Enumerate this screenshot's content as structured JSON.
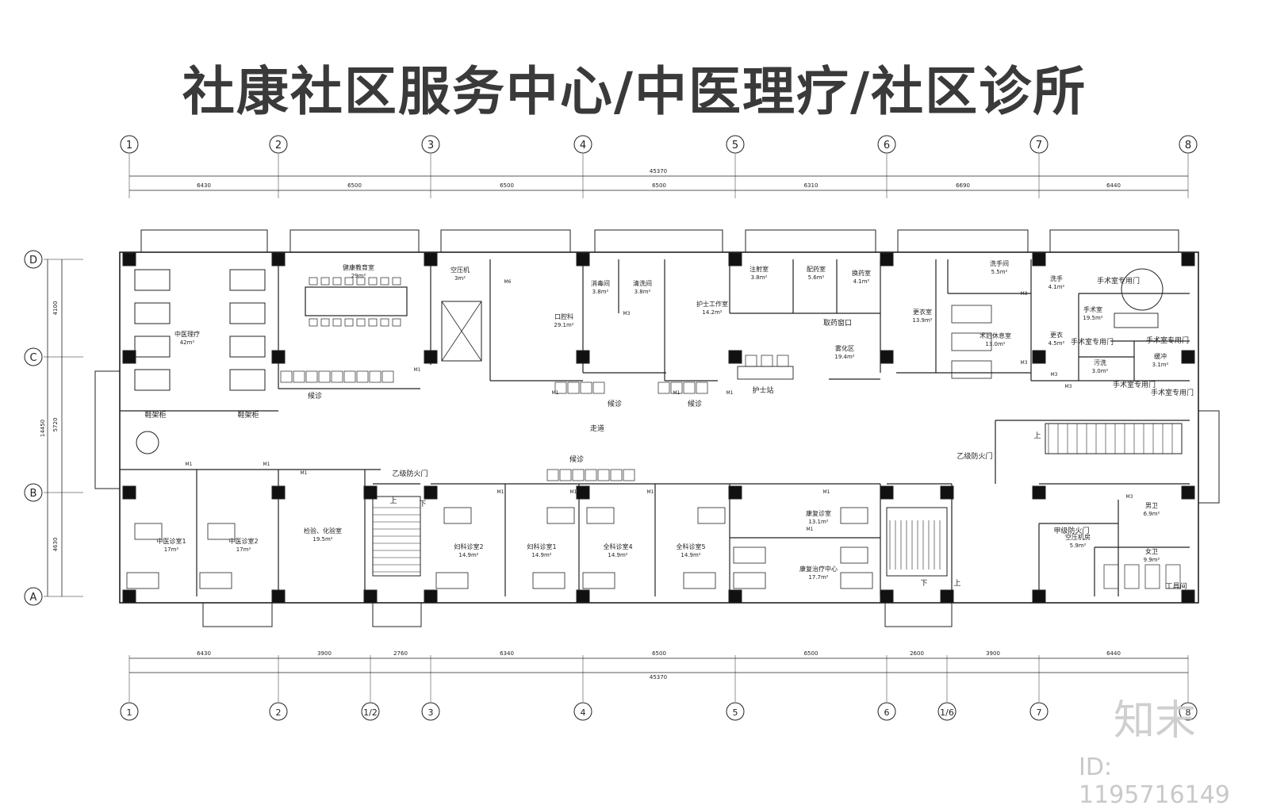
{
  "title": "社康社区服务中心/中医理疗/社区诊所",
  "grid_top": [
    "1",
    "2",
    "3",
    "4",
    "5",
    "6",
    "7",
    "8"
  ],
  "grid_bottom": [
    "1",
    "2",
    "1/2",
    "3",
    "4",
    "5",
    "6",
    "1/6",
    "7",
    "8"
  ],
  "grid_rows": [
    "D",
    "C",
    "B",
    "A"
  ],
  "dims_top_total": "45370",
  "dims_top": [
    "6430",
    "6500",
    "6500",
    "6500",
    "6310",
    "6690",
    "6440"
  ],
  "dims_bottom": [
    "6430",
    "3900",
    "2760",
    "6340",
    "6500",
    "6500",
    "2600",
    "3900",
    "6440"
  ],
  "dims_bottom_total": "45370",
  "dims_left": [
    "4100",
    "5720",
    "4630"
  ],
  "dims_left_total": "14450",
  "rooms": [
    {
      "id": "tcm-therapy",
      "name": "中医理疗",
      "area": "42m²"
    },
    {
      "id": "health-edu",
      "name": "健康教育室",
      "area": "29m²"
    },
    {
      "id": "air-compressor-top",
      "name": "空压机",
      "area": "3m²"
    },
    {
      "id": "dental",
      "name": "口腔科",
      "area": "29.1m²"
    },
    {
      "id": "disinfection",
      "name": "消毒间",
      "area": "3.8m²"
    },
    {
      "id": "cleaning",
      "name": "清洗间",
      "area": "3.8m²"
    },
    {
      "id": "nurse-office",
      "name": "护士工作室",
      "area": "14.2m²"
    },
    {
      "id": "injection",
      "name": "注射室",
      "area": "3.8m²"
    },
    {
      "id": "dispensing",
      "name": "配药室",
      "area": "5.6m²"
    },
    {
      "id": "dressing",
      "name": "换药室",
      "area": "4.1m²"
    },
    {
      "id": "nebulize",
      "name": "雾化区",
      "area": "19.4m²"
    },
    {
      "id": "locker-big",
      "name": "更衣室",
      "area": "13.9m²"
    },
    {
      "id": "hand-wash",
      "name": "洗手间",
      "area": "5.5m²"
    },
    {
      "id": "post-op",
      "name": "术后休息室",
      "area": "13.0m²"
    },
    {
      "id": "scrub",
      "name": "洗手",
      "area": "4.1m²"
    },
    {
      "id": "operating",
      "name": "手术室",
      "area": "19.5m²"
    },
    {
      "id": "locker-small",
      "name": "更衣",
      "area": "4.5m²"
    },
    {
      "id": "dirty-wash",
      "name": "污洗",
      "area": "3.0m²"
    },
    {
      "id": "buffer",
      "name": "缓冲",
      "area": "3.1m²"
    },
    {
      "id": "tcm-clinic-1",
      "name": "中医诊室1",
      "area": "17m²"
    },
    {
      "id": "tcm-clinic-2",
      "name": "中医诊室2",
      "area": "17m²"
    },
    {
      "id": "lab",
      "name": "检验、化验室",
      "area": "19.5m²"
    },
    {
      "id": "gyn-2",
      "name": "妇科诊室2",
      "area": "14.9m²"
    },
    {
      "id": "gyn-1",
      "name": "妇科诊室1",
      "area": "14.9m²"
    },
    {
      "id": "gp-4",
      "name": "全科诊室4",
      "area": "14.9m²"
    },
    {
      "id": "gp-5",
      "name": "全科诊室5",
      "area": "14.9m²"
    },
    {
      "id": "rehab-consult",
      "name": "康复诊室",
      "area": "13.1m²"
    },
    {
      "id": "rehab-center",
      "name": "康复治疗中心",
      "area": "17.7m²"
    },
    {
      "id": "air-compressor",
      "name": "空压机房",
      "area": "5.9m²"
    },
    {
      "id": "male-wc",
      "name": "男卫",
      "area": "6.9m²"
    },
    {
      "id": "female-wc",
      "name": "女卫",
      "area": "9.9m²"
    }
  ],
  "labels": {
    "corridor": "走道",
    "waiting": "候诊",
    "nurse_station": "护士站",
    "pickup_window": "取药窗口",
    "shoe_cabinet": "鞋架柜",
    "fire_door_b": "乙级防火门",
    "fire_door_a": "甲级防火门",
    "op_door": "手术室专用门",
    "tool_room": "工具间",
    "up": "上",
    "down": "下",
    "door_m1": "M1",
    "door_m3": "M3",
    "door_m6": "M6"
  },
  "watermark": {
    "logo": "知末",
    "id": "ID: 1195716149"
  }
}
